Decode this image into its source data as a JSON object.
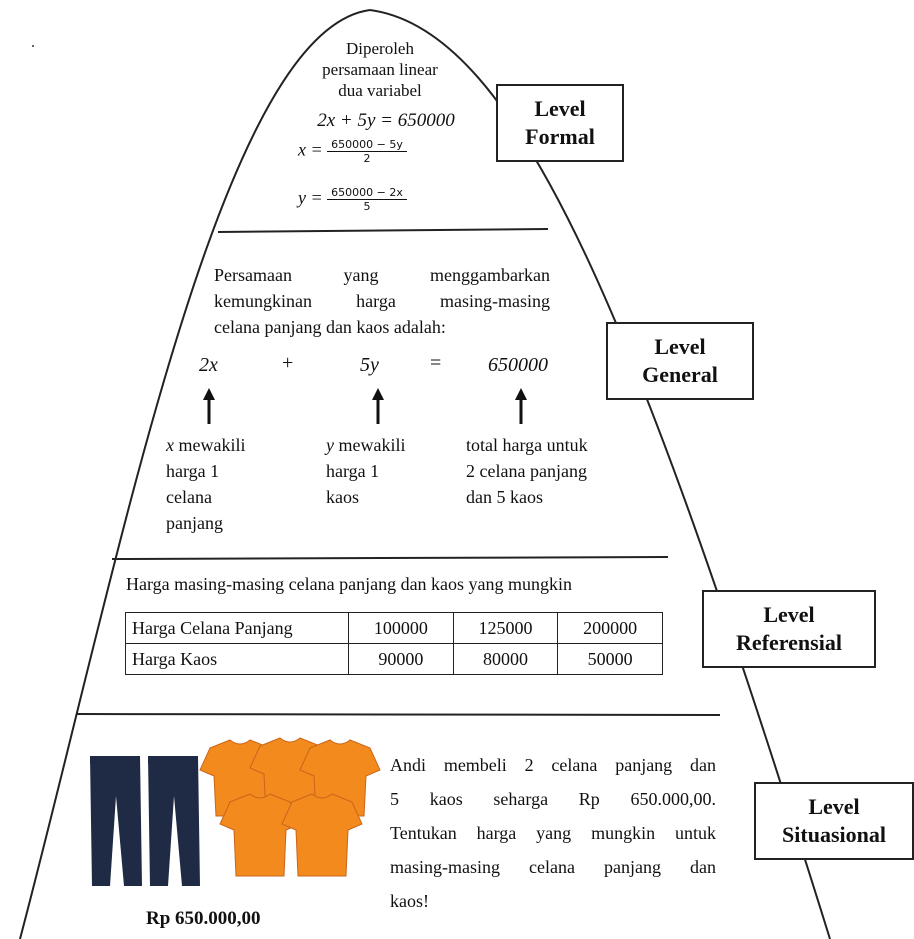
{
  "levels": {
    "formal": {
      "line1": "Level",
      "line2": "Formal"
    },
    "general": {
      "line1": "Level",
      "line2": "General"
    },
    "referensial": {
      "line1": "Level",
      "line2": "Referensial"
    },
    "situasional": {
      "line1": "Level",
      "line2": "Situasional"
    }
  },
  "formal": {
    "text_lines": [
      "Diperoleh",
      "persamaan linear",
      "dua variabel"
    ],
    "equation": "2x + 5y = 650000",
    "x_lhs": "x =",
    "x_num": "650000 − 5y",
    "x_den": "2",
    "y_lhs": "y =",
    "y_num": "650000 − 2x",
    "y_den": "5"
  },
  "general": {
    "intro_lines": [
      "Persamaan yang menggambarkan",
      "kemungkinan harga masing-masing",
      "celana panjang dan kaos adalah:"
    ],
    "term_2x": "2x",
    "plus": "+",
    "term_5y": "5y",
    "equals": "=",
    "term_total": "650000",
    "desc_x_var": "x",
    "desc_x_lines": [
      " mewakili",
      "harga 1",
      "celana",
      "panjang"
    ],
    "desc_y_var": "y",
    "desc_y_lines": [
      " mewakili",
      "harga 1",
      "kaos"
    ],
    "desc_total_lines": [
      "total harga untuk",
      "2 celana panjang",
      "dan 5 kaos"
    ]
  },
  "referensial": {
    "title": "Harga masing-masing celana panjang dan kaos yang mungkin",
    "rows": [
      {
        "label": "Harga Celana Panjang",
        "values": [
          "100000",
          "125000",
          "200000"
        ]
      },
      {
        "label": "Harga Kaos",
        "values": [
          "90000",
          "80000",
          "50000"
        ]
      }
    ]
  },
  "situasional": {
    "problem_lines": [
      "Andi membeli 2 celana panjang dan",
      "5 kaos seharga Rp 650.000,00.",
      "Tentukan harga yang mungkin untuk",
      "masing-masing celana panjang dan",
      "kaos!"
    ],
    "price_caption": "Rp 650.000,00",
    "jeans_color": "#1f2a44",
    "shirt_color": "#f28a1e"
  }
}
